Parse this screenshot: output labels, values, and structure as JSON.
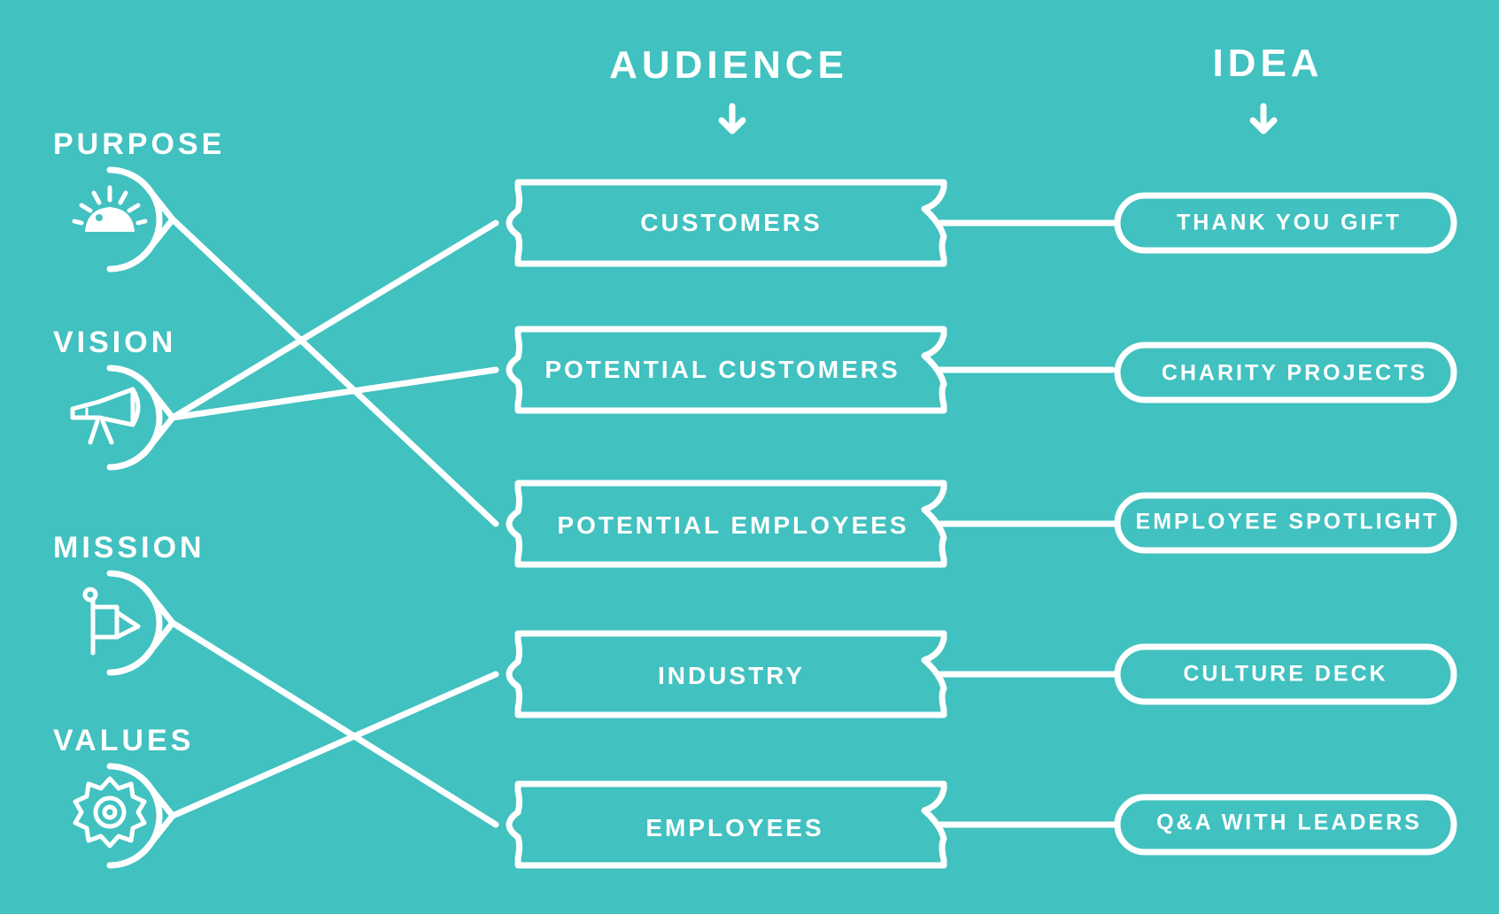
{
  "headers": {
    "audience": "AUDIENCE",
    "idea": "IDEA"
  },
  "categories": [
    {
      "label": "PURPOSE",
      "icon": "sunrise-icon"
    },
    {
      "label": "VISION",
      "icon": "megaphone-icon"
    },
    {
      "label": "MISSION",
      "icon": "flag-icon"
    },
    {
      "label": "VALUES",
      "icon": "badge-icon"
    }
  ],
  "audiences": [
    "CUSTOMERS",
    "POTENTIAL CUSTOMERS",
    "POTENTIAL EMPLOYEES",
    "INDUSTRY",
    "EMPLOYEES"
  ],
  "ideas": [
    "THANK YOU GIFT",
    "CHARITY PROJECTS",
    "EMPLOYEE SPOTLIGHT",
    "CULTURE DECK",
    "Q&A WITH LEADERS"
  ],
  "colors": {
    "background": "#41c1c0",
    "foreground": "#ffffff"
  }
}
